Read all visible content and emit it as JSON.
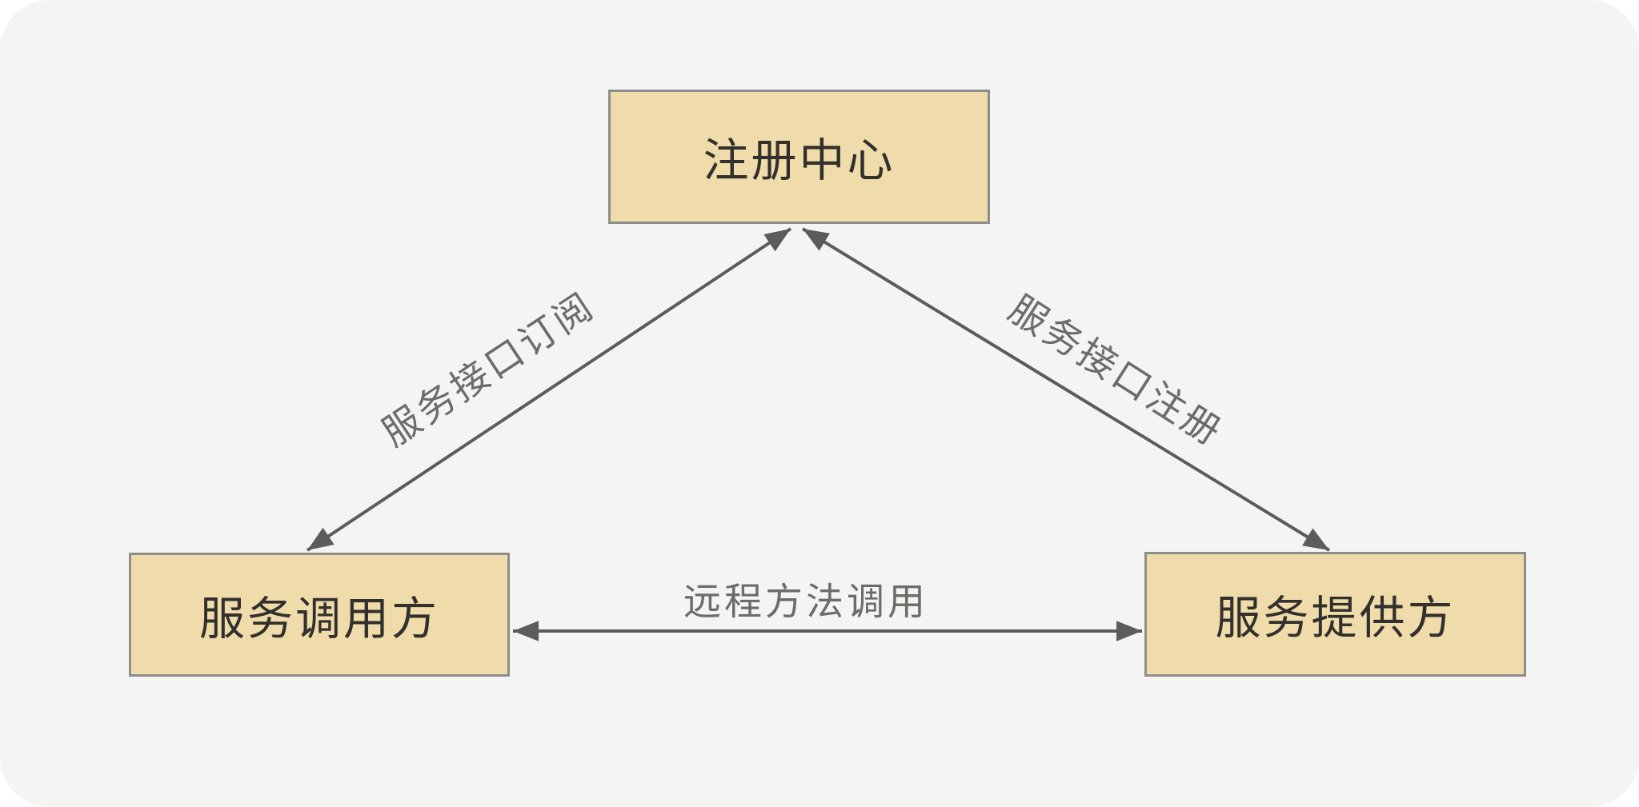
{
  "diagram": {
    "nodes": {
      "registry": {
        "label": "注册中心"
      },
      "consumer": {
        "label": "服务调用方"
      },
      "provider": {
        "label": "服务提供方"
      }
    },
    "edges": {
      "subscribe": {
        "label": "服务接口订阅",
        "from": "consumer",
        "to": "registry",
        "direction": "both"
      },
      "register": {
        "label": "服务接口注册",
        "from": "provider",
        "to": "registry",
        "direction": "both"
      },
      "rpc": {
        "label": "远程方法调用",
        "from": "consumer",
        "to": "provider",
        "direction": "both"
      }
    },
    "colors": {
      "canvas_background": "#f4f4f2",
      "page_background": "#ffffff",
      "node_fill": "#f0dcab",
      "node_border": "#8d8d8b",
      "node_text": "#32302c",
      "arrow_line": "#5c5c5a",
      "edge_label_text": "#6c6c69"
    }
  }
}
